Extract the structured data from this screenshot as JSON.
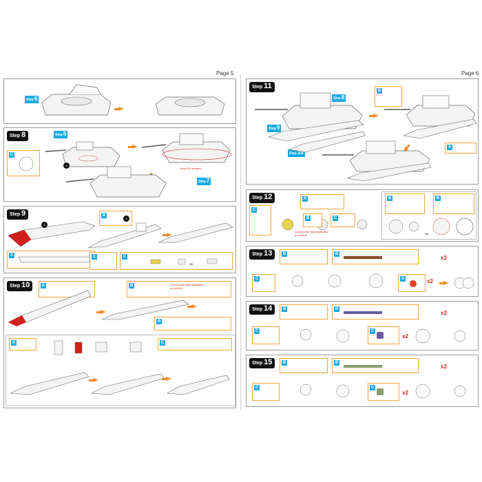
{
  "pages": {
    "left_label": "Page 5",
    "right_label": "Page 6"
  },
  "steps": {
    "s8": {
      "label": "Step",
      "number": "8",
      "tag5": "5",
      "tag7": "7",
      "note": "Bend 90 degrees",
      "part": "C"
    },
    "s9": {
      "label": "Step",
      "number": "9",
      "parts": [
        "A",
        "B",
        "C",
        "C"
      ],
      "nb": "NB"
    },
    "s10": {
      "label": "Step",
      "number": "10",
      "note": "Connect the tabs illustrated in red first",
      "parts": [
        "A",
        "B",
        "B",
        "A",
        "C"
      ]
    },
    "s11": {
      "label": "Step",
      "number": "11",
      "tag8": "8",
      "tag9": "9",
      "tag10": "10",
      "parts": [
        "B",
        "A"
      ]
    },
    "s12": {
      "label": "Step",
      "number": "12",
      "note": "Connect the tabs illustrated in red first",
      "parts": [
        "C",
        "A",
        "B",
        "C",
        "B",
        "B"
      ],
      "nb": "NB"
    },
    "s13": {
      "label": "Step",
      "number": "13",
      "x2a": "x2",
      "x2b": "x2",
      "parts": [
        "B",
        "B",
        "C",
        "A"
      ]
    },
    "s14": {
      "label": "Step",
      "number": "14",
      "x2a": "x2",
      "x2b": "x2",
      "parts": [
        "B",
        "B",
        "C",
        "C"
      ]
    },
    "s15": {
      "label": "Step",
      "number": "15",
      "x2a": "x2",
      "x2b": "x2",
      "parts": [
        "B",
        "B",
        "C",
        "C"
      ]
    },
    "s7top": {
      "tag": "6"
    }
  },
  "colors": {
    "accent_blue": "#19a9e1",
    "arrow_orange": "#f08a24",
    "box_orange": "#f0a33a",
    "red": "#d0201b",
    "track_brown": "#8a4a2a",
    "track_purple": "#6a5aa0",
    "track_green": "#8a9a70"
  }
}
